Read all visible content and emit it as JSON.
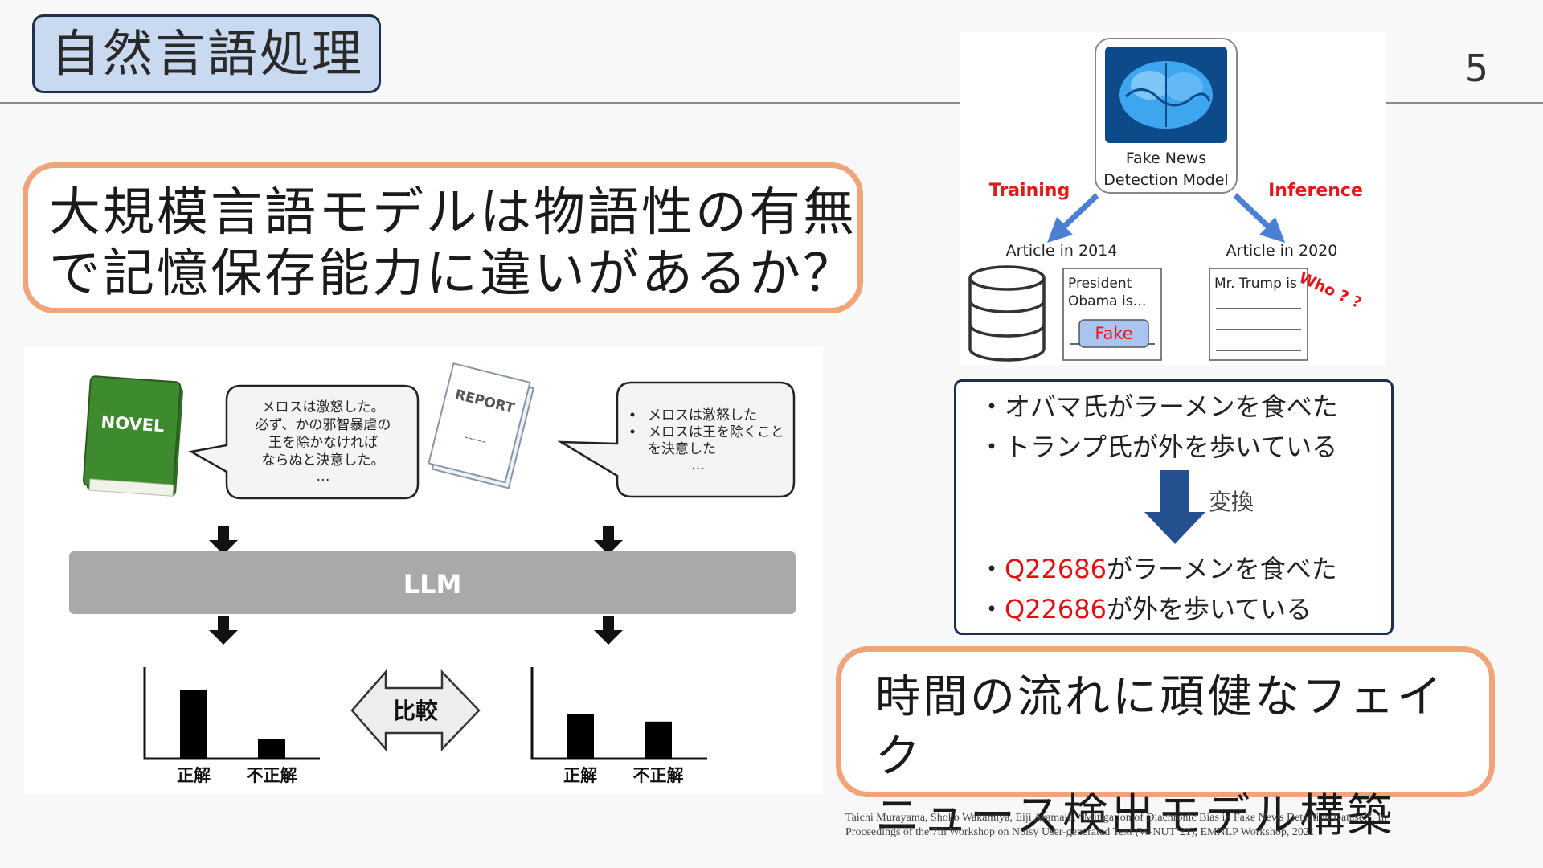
{
  "header": {
    "title": "自然言語処理",
    "page_number": "5"
  },
  "question": {
    "line1": "大規模言語モデルは物語性の有無",
    "line2": "で記憶保存能力に違いがあるか？"
  },
  "left_diagram": {
    "novel_label": "NOVEL",
    "report_label": "REPORT",
    "report_dashes": "-----",
    "novel_bubble": [
      "メロスは激怒した。",
      "必ず、かの邪智暴虐の",
      "王を除かなければ",
      "ならぬと決意した。",
      "…"
    ],
    "report_bubble": [
      "メロスは激怒した",
      "メロスは王を除くこと",
      "を決意した",
      "…"
    ],
    "llm_label": "LLM",
    "compare_label": "比較",
    "left_bars": {
      "labels": [
        "正解",
        "不正解"
      ],
      "values": [
        0.78,
        0.22
      ]
    },
    "right_bars": {
      "labels": [
        "正解",
        "不正解"
      ],
      "values": [
        0.5,
        0.42
      ]
    },
    "colors": {
      "novel": "#3d8a2f",
      "llm_bar": "#a9a9a9",
      "bars": "#000000"
    }
  },
  "right_diagram": {
    "model_label_1": "Fake News",
    "model_label_2": "Detection Model",
    "training": "Training",
    "inference": "Inference",
    "article_2014": "Article in 2014",
    "article_2020": "Article in 2020",
    "doc1_line1": "President",
    "doc1_line2": "Obama is…",
    "fake_label": "Fake",
    "doc2_line1": "Mr. Trump is",
    "who": "Who ? ?",
    "colors": {
      "arrow": "#4a7fd4",
      "accent": "#e01a1a",
      "fake_fill": "#a9c4ee"
    }
  },
  "conversion": {
    "before": [
      "・オバマ氏がラーメンを食べた",
      "・トランプ氏が外を歩いている"
    ],
    "label": "変換",
    "after": [
      {
        "bullet": "・",
        "entity": "Q22686",
        "rest": "がラーメンを食べた"
      },
      {
        "bullet": "・",
        "entity": "Q22686",
        "rest": "が外を歩いている"
      }
    ],
    "colors": {
      "arrow": "#24508f",
      "entity": "#e01010"
    }
  },
  "conclusion": {
    "line1": "時間の流れに頑健なフェイク",
    "line2": "ニュース検出モデル構築"
  },
  "citation": {
    "line1": "Taichi Murayama, Shoko Wakamiya, Eiji Aramaki, “Mitigation of Diachronic Bias in Fake News Detection Dataset”, In",
    "line2": "Proceedings of the 7th Workshop on Noisy User-generated Text (W-NUT’21), EMNLP Workshop, 2021"
  }
}
